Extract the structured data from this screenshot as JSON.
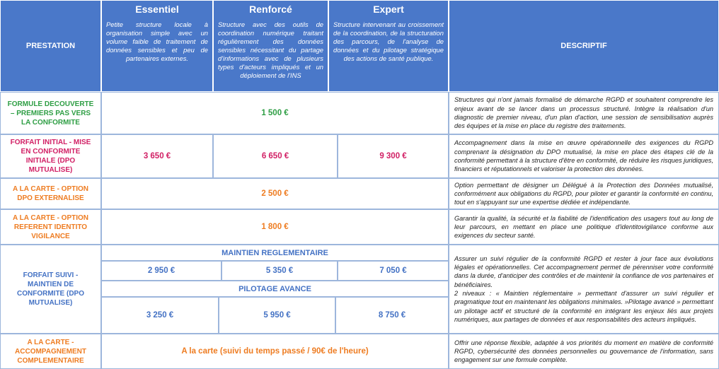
{
  "header": {
    "prestation": "PRESTATION",
    "descriptif": "DESCRIPTIF",
    "tiers": [
      {
        "name": "Essentiel",
        "desc": "Petite structure locale à organisation simple avec un volume faible de traitement de données sensibles et peu de partenaires externes."
      },
      {
        "name": "Renforcé",
        "desc": "Structure avec des outils de coordination numérique traitant régulièrement des données sensibles nécessitant du partage d'informations avec de plusieurs types d'acteurs impliqués et un déploiement de l'INS"
      },
      {
        "name": "Expert",
        "desc": "Structure intervenant au croissement de la coordination, de la structuration des parcours, de l'analyse de données et du pilotage stratégique des actions de santé publique."
      }
    ]
  },
  "rows": [
    {
      "label": "FORMULE DECOUVERTE – PREMIERS PAS VERS LA CONFORMITE",
      "price": "1 500 €",
      "desc": "Structures qui n'ont jamais formalisé de démarche RGPD et souhaitent comprendre les enjeux avant de se lancer dans un processus structuré. Intègre la réalisation d'un diagnostic de premier niveau, d'un plan d'action, une session de sensibilisation auprès des équipes et la mise en place du registre des traitements."
    },
    {
      "label": "FORFAIT INITIAL - MISE EN CONFORMITE INITIALE (DPO MUTUALISE)",
      "prices": [
        "3 650 €",
        "6 650 €",
        "9 300 €"
      ],
      "desc": "Accompagnement dans la mise en œuvre opérationnelle des exigences du RGPD comprenant la désignation du DPO mutualisé, la mise en place des étapes clé de la conformité permettant à la structure d'être en conformité, de réduire les risques juridiques, financiers et réputationnels et valoriser la protection des données."
    },
    {
      "label": "A LA CARTE - OPTION DPO EXTERNALISE",
      "price": "2 500 €",
      "desc": "Option permettant de désigner un Délégué à la Protection des Données mutualisé, conformément aux obligations du RGPD, pour piloter et garantir la conformité en continu, tout en s'appuyant sur une expertise dédiée et indépendante."
    },
    {
      "label": "A LA CARTE - OPTION REFERENT IDENTITO VIGILANCE",
      "price": "1 800 €",
      "desc": "Garantir la qualité, la sécurité et la fiabilité de l'identification des usagers tout au long de leur parcours, en mettant en place une politique d'identitovigilance conforme aux exigences du secteur santé."
    },
    {
      "label": "FORFAIT SUIVI - MAINTIEN DE CONFORMITE (DPO MUTUALISE)",
      "sub1": "MAINTIEN REGLEMENTAIRE",
      "prices1": [
        "2 950 €",
        "5 350 €",
        "7 050 €"
      ],
      "sub2": "PILOTAGE AVANCE",
      "prices2": [
        "3 250 €",
        "5 950 €",
        "8 750 €"
      ],
      "desc": "Assurer un suivi régulier de la conformité RGPD et rester à jour face aux évolutions légales et opérationnelles. Cet accompagnement permet de pérenniser votre conformité dans la durée, d'anticiper des contrôles et de maintenir la confiance de vos partenaires et bénéficiaires.",
      "desc2": "2 niveaux : « Maintien réglementaire » permettant d'assurer un suivi régulier et pragmatique tout en maintenant les obligations minimales. »Pilotage avancé » permettant un pilotage actif et structuré de la conformité en intégrant les enjeux liés aux projets numériques, aux partages de données et aux responsabilités des acteurs impliqués."
    },
    {
      "label": "A LA CARTE - ACCOMPAGNEMENT COMPLEMENTAIRE",
      "price": "A la carte (suivi du temps passé / 90€ de l'heure)",
      "desc": "Offrir une réponse flexible, adaptée à vos priorités du moment en matière de conformité RGPD, cybersécurité des données personnelles ou gouvernance de l'information, sans engagement sur une formule complète."
    }
  ],
  "colors": {
    "header_blue": "#4a78c9",
    "green": "#2e9e44",
    "pink": "#d11f64",
    "orange": "#ee7c21",
    "blue_text": "#4472c4"
  }
}
